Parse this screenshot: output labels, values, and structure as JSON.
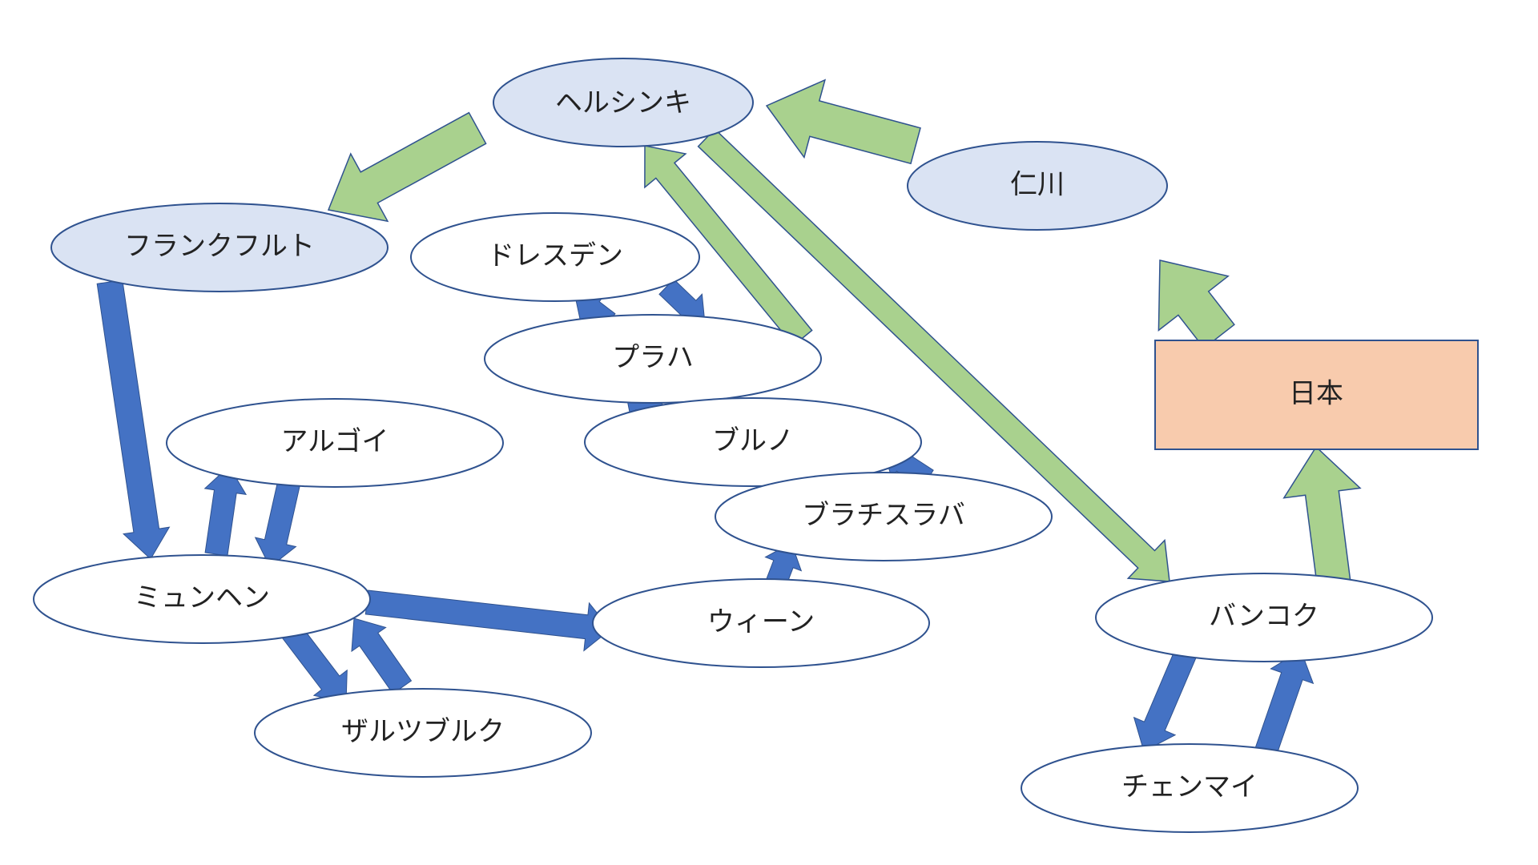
{
  "colors": {
    "flight_arrow": "#a9d18e",
    "rail_arrow": "#4472c4",
    "airport_fill": "#dae3f3",
    "city_fill": "#ffffff",
    "origin_fill": "#f8cbad",
    "outline": "#2f528f"
  },
  "nodes": {
    "helsinki": {
      "label": "ヘルシンキ"
    },
    "incheon": {
      "label": "仁川"
    },
    "frankfurt": {
      "label": "フランクフルト"
    },
    "dresden": {
      "label": "ドレスデン"
    },
    "prague": {
      "label": "プラハ"
    },
    "brno": {
      "label": "ブルノ"
    },
    "algoi": {
      "label": "アルゴイ"
    },
    "bratislava": {
      "label": "ブラチスラバ"
    },
    "munich": {
      "label": "ミュンヘン"
    },
    "vienna": {
      "label": "ウィーン"
    },
    "salzburg": {
      "label": "ザルツブルク"
    },
    "bangkok": {
      "label": "バンコク"
    },
    "chiangmai": {
      "label": "チェンマイ"
    },
    "japan": {
      "label": "日本"
    }
  },
  "edges": [
    {
      "from": "japan",
      "to": "incheon",
      "mode": "flight"
    },
    {
      "from": "incheon",
      "to": "helsinki",
      "mode": "flight"
    },
    {
      "from": "helsinki",
      "to": "frankfurt",
      "mode": "flight"
    },
    {
      "from": "prague",
      "to": "helsinki",
      "mode": "flight"
    },
    {
      "from": "helsinki",
      "to": "bangkok",
      "mode": "flight"
    },
    {
      "from": "bangkok",
      "to": "japan",
      "mode": "flight"
    },
    {
      "from": "frankfurt",
      "to": "munich",
      "mode": "rail"
    },
    {
      "from": "munich",
      "to": "algoi",
      "mode": "rail"
    },
    {
      "from": "algoi",
      "to": "munich",
      "mode": "rail"
    },
    {
      "from": "munich",
      "to": "salzburg",
      "mode": "rail"
    },
    {
      "from": "salzburg",
      "to": "munich",
      "mode": "rail"
    },
    {
      "from": "munich",
      "to": "vienna",
      "mode": "rail"
    },
    {
      "from": "vienna",
      "to": "bratislava",
      "mode": "rail"
    },
    {
      "from": "bratislava",
      "to": "brno",
      "mode": "rail"
    },
    {
      "from": "brno",
      "to": "prague",
      "mode": "rail"
    },
    {
      "from": "prague",
      "to": "dresden",
      "mode": "rail"
    },
    {
      "from": "dresden",
      "to": "prague",
      "mode": "rail"
    },
    {
      "from": "bangkok",
      "to": "chiangmai",
      "mode": "rail"
    },
    {
      "from": "chiangmai",
      "to": "bangkok",
      "mode": "rail"
    }
  ]
}
